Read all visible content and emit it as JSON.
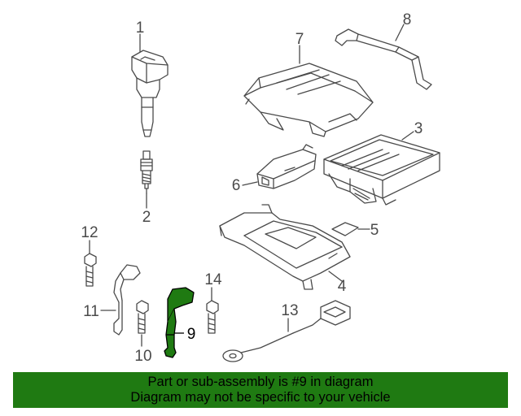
{
  "labels": {
    "l1": "1",
    "l2": "2",
    "l3": "3",
    "l4": "4",
    "l5": "5",
    "l6": "6",
    "l7": "7",
    "l8": "8",
    "l9": "9",
    "l10": "10",
    "l11": "11",
    "l12": "12",
    "l13": "13",
    "l14": "14"
  },
  "banner": {
    "line1": "Part or sub-assembly is #9 in diagram",
    "line2": "Diagram may not be specific to your vehicle"
  },
  "colors": {
    "highlight": "#1f7a12",
    "banner_bg": "#1f7a12",
    "line": "#4a4a4a"
  }
}
